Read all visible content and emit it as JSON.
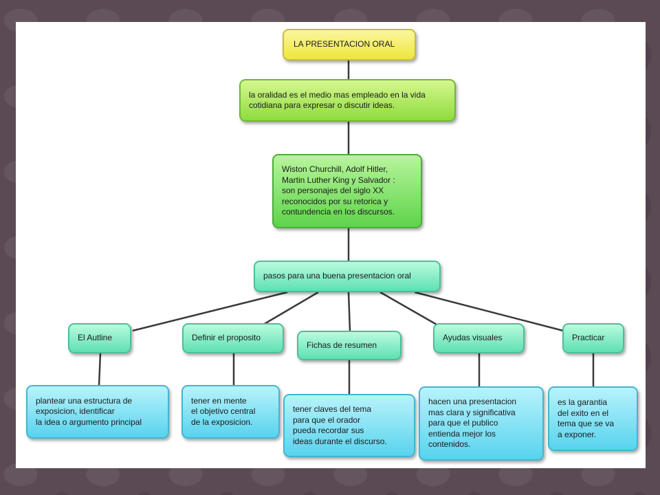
{
  "title": "LA PRESENTACION ORAL",
  "definition": "la oralidad es el medio mas empleado en la vida\ncotidiana para expresar o discutir ideas.",
  "examples": "Wiston Churchill, Adolf Hitler,\nMartin Luther King y Salvador :\nson personajes del siglo XX\nreconocidos por su retorica y\ncontundencia en los discursos.",
  "steps_header": "pasos para una buena presentacion oral",
  "steps": [
    {
      "label": "El Autline",
      "detail": "plantear una estructura de\nexposicion, identificar\nla idea o argumento principal"
    },
    {
      "label": "Definir el proposito",
      "detail": "tener en mente\nel objetivo central\nde la exposicion."
    },
    {
      "label": "Fichas de resumen",
      "detail": "tener claves del tema\npara que el orador\npueda recordar sus\nideas  durante el discurso."
    },
    {
      "label": "Ayudas visuales",
      "detail": "hacen una presentacion\nmas clara y significativa\npara que el publico\nentienda mejor los\ncontenidos."
    },
    {
      "label": "Practicar",
      "detail": "es la garantia\ndel exito en el\ntema que se va\na exponer."
    }
  ]
}
